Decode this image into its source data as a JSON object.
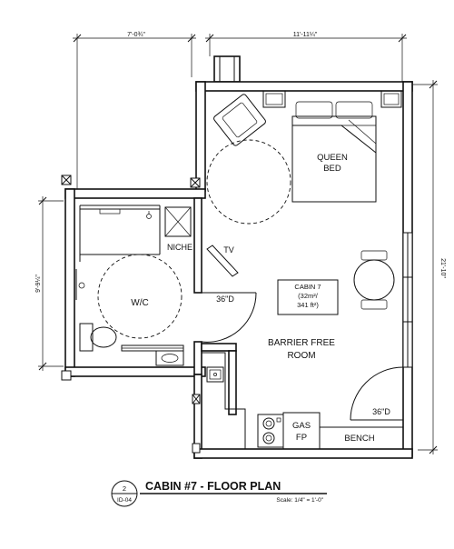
{
  "plan": {
    "title": "CABIN #7 - FLOOR PLAN",
    "scale": "Scale: 1/4\" = 1'-0\"",
    "tag_number": "2",
    "tag_sheet": "ID-04"
  },
  "dimensions": {
    "top_left": "7'-0¾\"",
    "top_right": "11'-11¼\"",
    "left": "9'-9¼\"",
    "right": "21'-10\""
  },
  "rooms": {
    "bed_line1": "QUEEN",
    "bed_line2": "BED",
    "wc": "W/C",
    "niche": "NICHE",
    "tv": "TV",
    "turn_circle_left": "36\"D",
    "turn_circle_right": "36\"D",
    "room_line1": "BARRIER FREE",
    "room_line2": "ROOM",
    "gas_line1": "GAS",
    "gas_line2": "FP",
    "bench": "BENCH"
  },
  "cabin_box": {
    "line1": "CABIN 7",
    "line2": "(32m²/",
    "line3": "341 ft²)"
  }
}
